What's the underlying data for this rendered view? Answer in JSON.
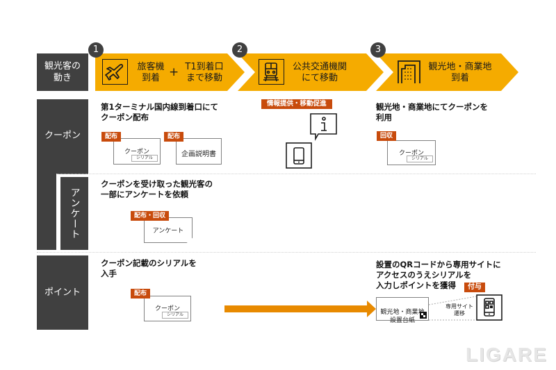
{
  "row_labels": {
    "movement": "観光客の\n動き",
    "coupon": "クーポン",
    "survey": "アンケート",
    "point": "ポイント"
  },
  "steps": [
    {
      "number": "1",
      "icon": "airplane-icon",
      "text_a": "旅客機\n到着",
      "plus": "+",
      "text_b": "T1到着口\nまで移動"
    },
    {
      "number": "2",
      "icon": "train-icon",
      "text_a": "公共交通機関\nにて移動"
    },
    {
      "number": "3",
      "icon": "building-icon",
      "text_a": "観光地・商業地\n到着"
    }
  ],
  "coupon_row": {
    "step1_heading": "第1ターミナル国内線到着口にて\nクーポン配布",
    "step1_items": [
      {
        "tag": "配布",
        "label": "クーポン",
        "serial": "シリアル"
      },
      {
        "tag": "配布",
        "label": "企画説明書"
      }
    ],
    "step2_tag": "情報提供・移動促進",
    "step2_icons": [
      "info-bubble-icon",
      "smartphone-icon"
    ],
    "step3_heading": "観光地・商業地にてクーポンを\n利用",
    "step3_item": {
      "tag": "回収",
      "label": "クーポン",
      "serial": "シリアル"
    }
  },
  "survey_row": {
    "heading": "クーポンを受け取った観光客の\n一部にアンケートを依頼",
    "item": {
      "tag": "配布・回収",
      "label": "アンケート"
    }
  },
  "point_row": {
    "step1_heading": "クーポン記載のシリアルを\n入手",
    "step1_item": {
      "tag": "配布",
      "label": "クーポン",
      "serial": "シリアル"
    },
    "step3_heading": "設置のQRコードから専用サイトに\nアクセスのうえシリアルを\n入力しポイントを獲得",
    "board_label": "観光地・商業地\n設置台紙",
    "transition_label": "専用サイト\n遷移",
    "grant_tag": "付与"
  },
  "watermark": "LIGARE",
  "colors": {
    "label_bg": "#404040",
    "chevron": "#f5ab00",
    "tag": "#c84b0c",
    "arrow": "#e88a00"
  }
}
